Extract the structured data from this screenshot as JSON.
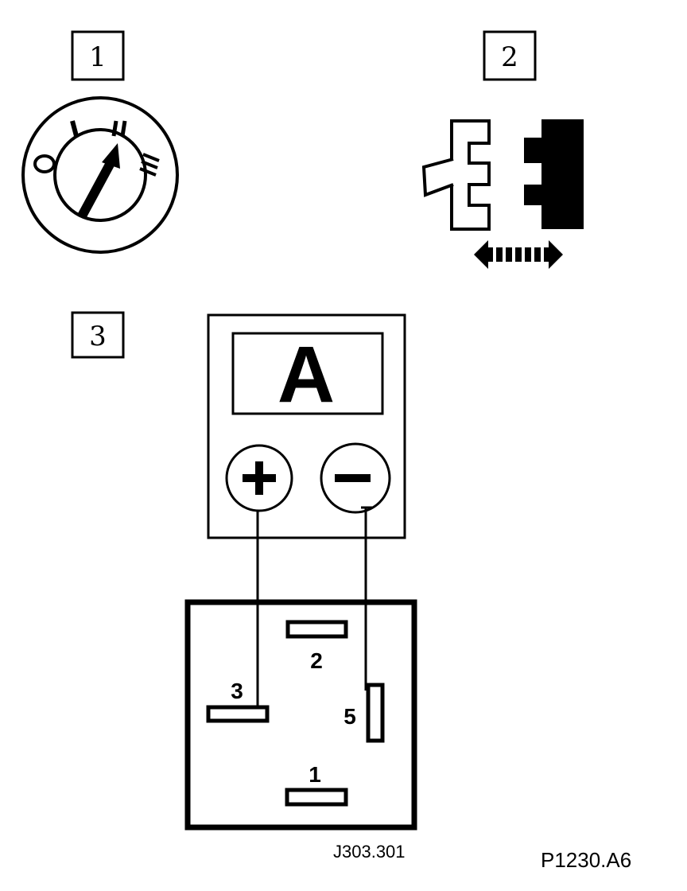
{
  "steps": {
    "step1": "1",
    "step2": "2",
    "step3": "3"
  },
  "ignition": {
    "positions": [
      "I",
      "II",
      "III"
    ],
    "off_mark": "O"
  },
  "ammeter": {
    "unit": "A",
    "plus": "+",
    "minus": "−"
  },
  "relay": {
    "pins": {
      "pin1": "1",
      "pin2": "2",
      "pin3": "3",
      "pin5": "5"
    }
  },
  "refs": {
    "drawing_ref": "J303.301",
    "figure_ref": "P1230.A6"
  }
}
